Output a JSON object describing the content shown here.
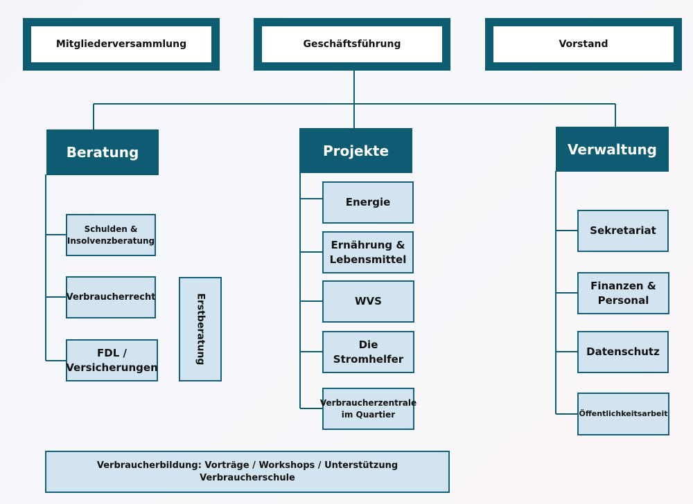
{
  "top_boxes": {
    "left": "Mitgliederversammlung",
    "center": "Geschäftsführung",
    "right": "Vorstand"
  },
  "departments": {
    "beratung": {
      "title": "Beratung",
      "items": [
        "Schulden &\nInsolvenzberatung",
        "Verbraucherrecht",
        "FDL /\nVersicherungen"
      ],
      "side": "Erstberatung"
    },
    "projekte": {
      "title": "Projekte",
      "items": [
        "Energie",
        "Ernährung &\nLebensmittel",
        "WVS",
        "Die Stromhelfer",
        "Verbraucherzentrale\nim Quartier"
      ]
    },
    "verwaltung": {
      "title": "Verwaltung",
      "items": [
        "Sekretariat",
        "Finanzen &\nPersonal",
        "Datenschutz",
        "Öffentlichkeitsarbeit"
      ]
    }
  },
  "footer": "Verbraucherbildung: Vorträge / Workshops / Unterstützung Verbraucherschule",
  "colors": {
    "primary": "#0d5c72",
    "box_fill": "#d2e4ef",
    "box_border": "#14607a"
  }
}
